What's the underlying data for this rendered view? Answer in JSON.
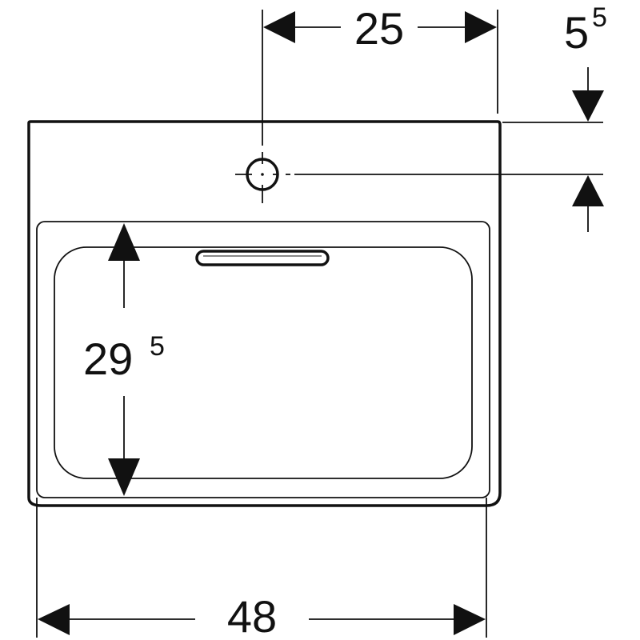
{
  "drawing": {
    "subject": "Washbasin top view with tap hole",
    "stroke_color": "#111111",
    "background_color": "#ffffff",
    "units": "cm"
  },
  "dimensions": {
    "tap_hole_offset": {
      "main": "25",
      "superscript": "",
      "label": "25"
    },
    "tap_hole_depth": {
      "main": "5",
      "superscript": "5",
      "label": "5⁵"
    },
    "bowl_depth": {
      "main": "29",
      "superscript": "5",
      "label": "29⁵"
    },
    "overall_width": {
      "main": "48",
      "superscript": "",
      "label": "48"
    }
  },
  "features": {
    "tap_hole": "tap-hole-icon",
    "overflow": "overflow-slot-icon"
  }
}
